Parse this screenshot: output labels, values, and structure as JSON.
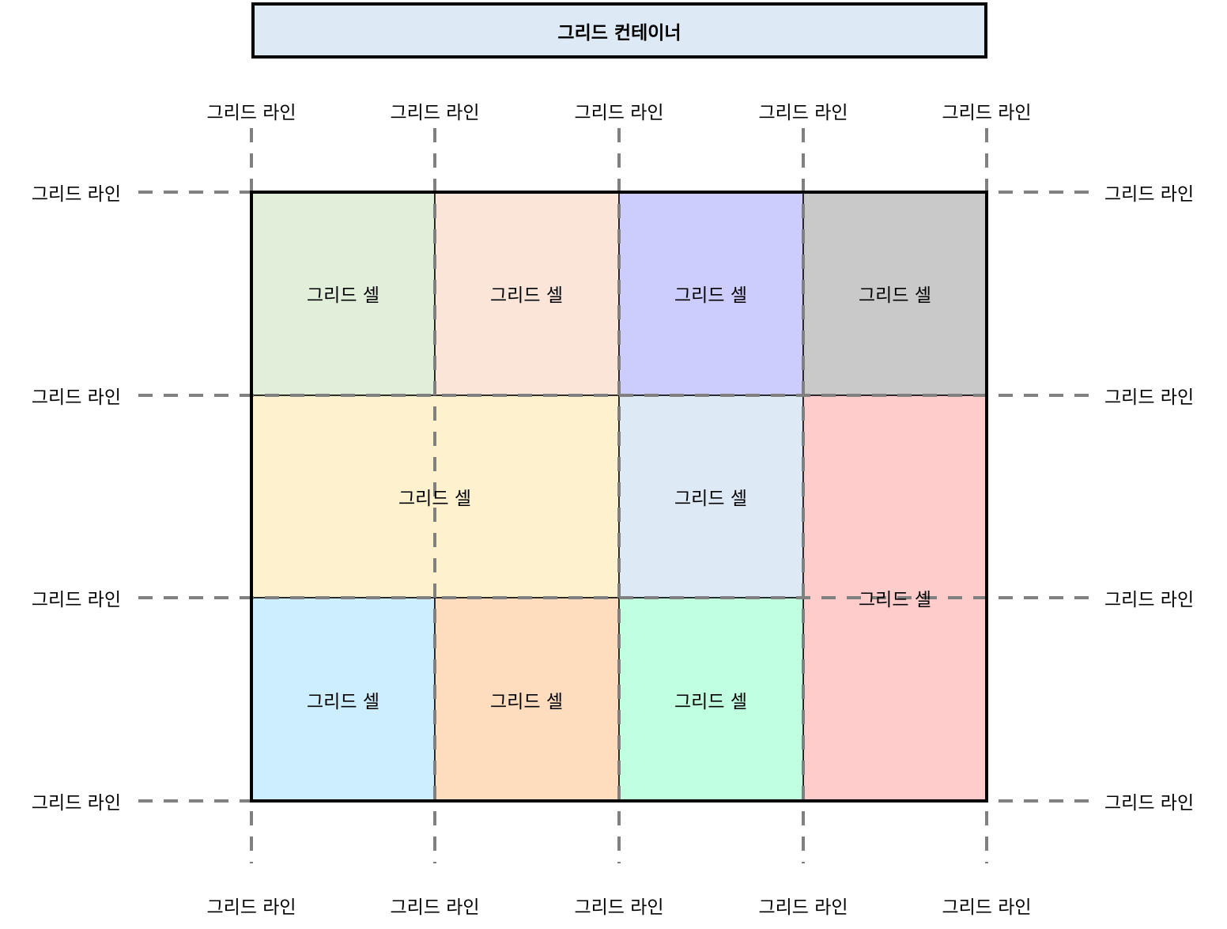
{
  "container_label": "그리드 컨테이너",
  "cell_label": "그리드 셀",
  "line_label": "그리드 라인",
  "cells": [
    {
      "label": "그리드 셀",
      "color": "#e1eed9"
    },
    {
      "label": "그리드 셀",
      "color": "#fae5d8"
    },
    {
      "label": "그리드 셀",
      "color": "#ccccfd"
    },
    {
      "label": "그리드 셀",
      "color": "#c9c9c9"
    },
    {
      "label": "그리드 셀",
      "color": "#fef1cd"
    },
    {
      "label": "그리드 셀",
      "color": "#dde9f5"
    },
    {
      "label": "그리드 셀",
      "color": "#ffcccc"
    },
    {
      "label": "그리드 셀",
      "color": "#cceefe"
    },
    {
      "label": "그리드 셀",
      "color": "#feddbe"
    },
    {
      "label": "그리드 셀",
      "color": "#c0ffdf"
    }
  ],
  "colors": {
    "container_fill": "#dde9f5",
    "border": "#000000",
    "grid_line": "#808080"
  }
}
